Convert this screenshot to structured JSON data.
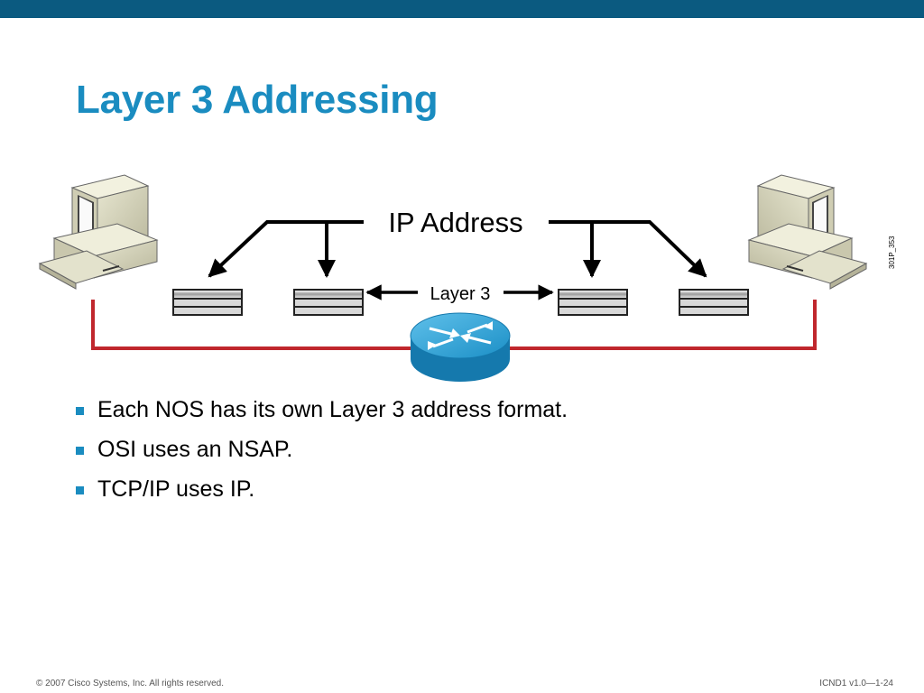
{
  "header": {
    "bar_color": "#0b5a80"
  },
  "slide": {
    "title": "Layer 3 Addressing"
  },
  "diagram": {
    "top_label": "IP Address",
    "middle_label": "Layer 3",
    "figure_id": "301P_353",
    "link_color": "#c0272d",
    "router_color": "#1b8fc6"
  },
  "bullets": [
    {
      "text": "Each NOS has its own Layer 3 address format."
    },
    {
      "text": "OSI uses an NSAP."
    },
    {
      "text": "TCP/IP uses IP."
    }
  ],
  "footer": {
    "copyright": "© 2007 Cisco Systems, Inc. All rights reserved.",
    "course": "ICND1 v1.0—1-24"
  }
}
